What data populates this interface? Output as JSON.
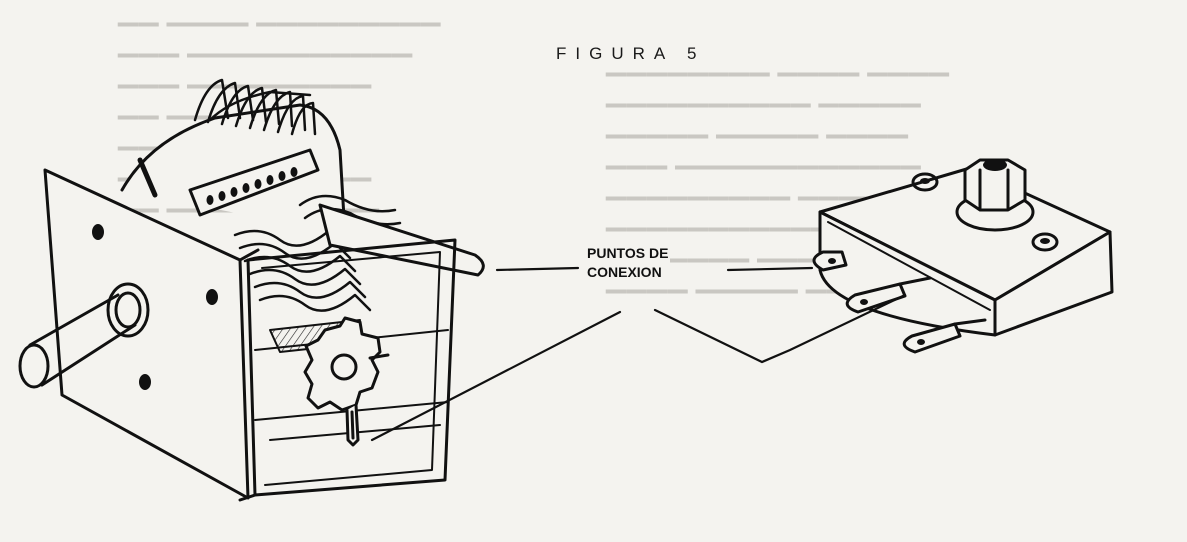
{
  "figure": {
    "title": "FIGURA 5",
    "label_line1": "PUNTOS DE",
    "label_line2": "CONEXION"
  }
}
